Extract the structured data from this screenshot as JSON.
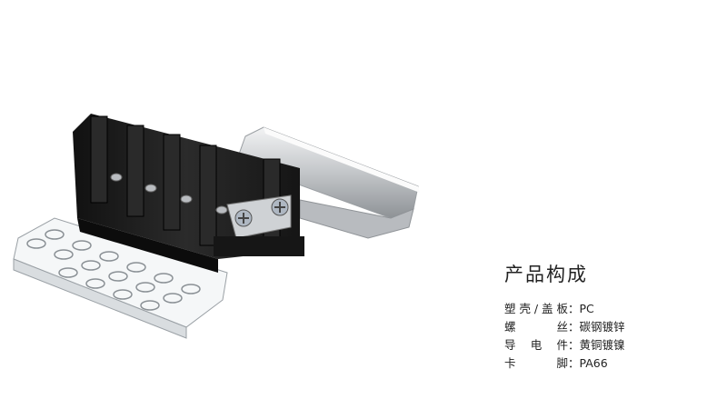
{
  "composition": {
    "title": "产品构成",
    "rows": [
      {
        "label": "塑壳/盖板",
        "value": "PC"
      },
      {
        "label": "螺丝",
        "value": "碳钢镀锌"
      },
      {
        "label": "导电件",
        "value": "黄铜镀镍"
      },
      {
        "label": "卡脚",
        "value": "PA66"
      }
    ],
    "separator": "："
  },
  "colors": {
    "housing": "#1e1e1e",
    "rail": "#c8cacc",
    "text": "#222222"
  }
}
